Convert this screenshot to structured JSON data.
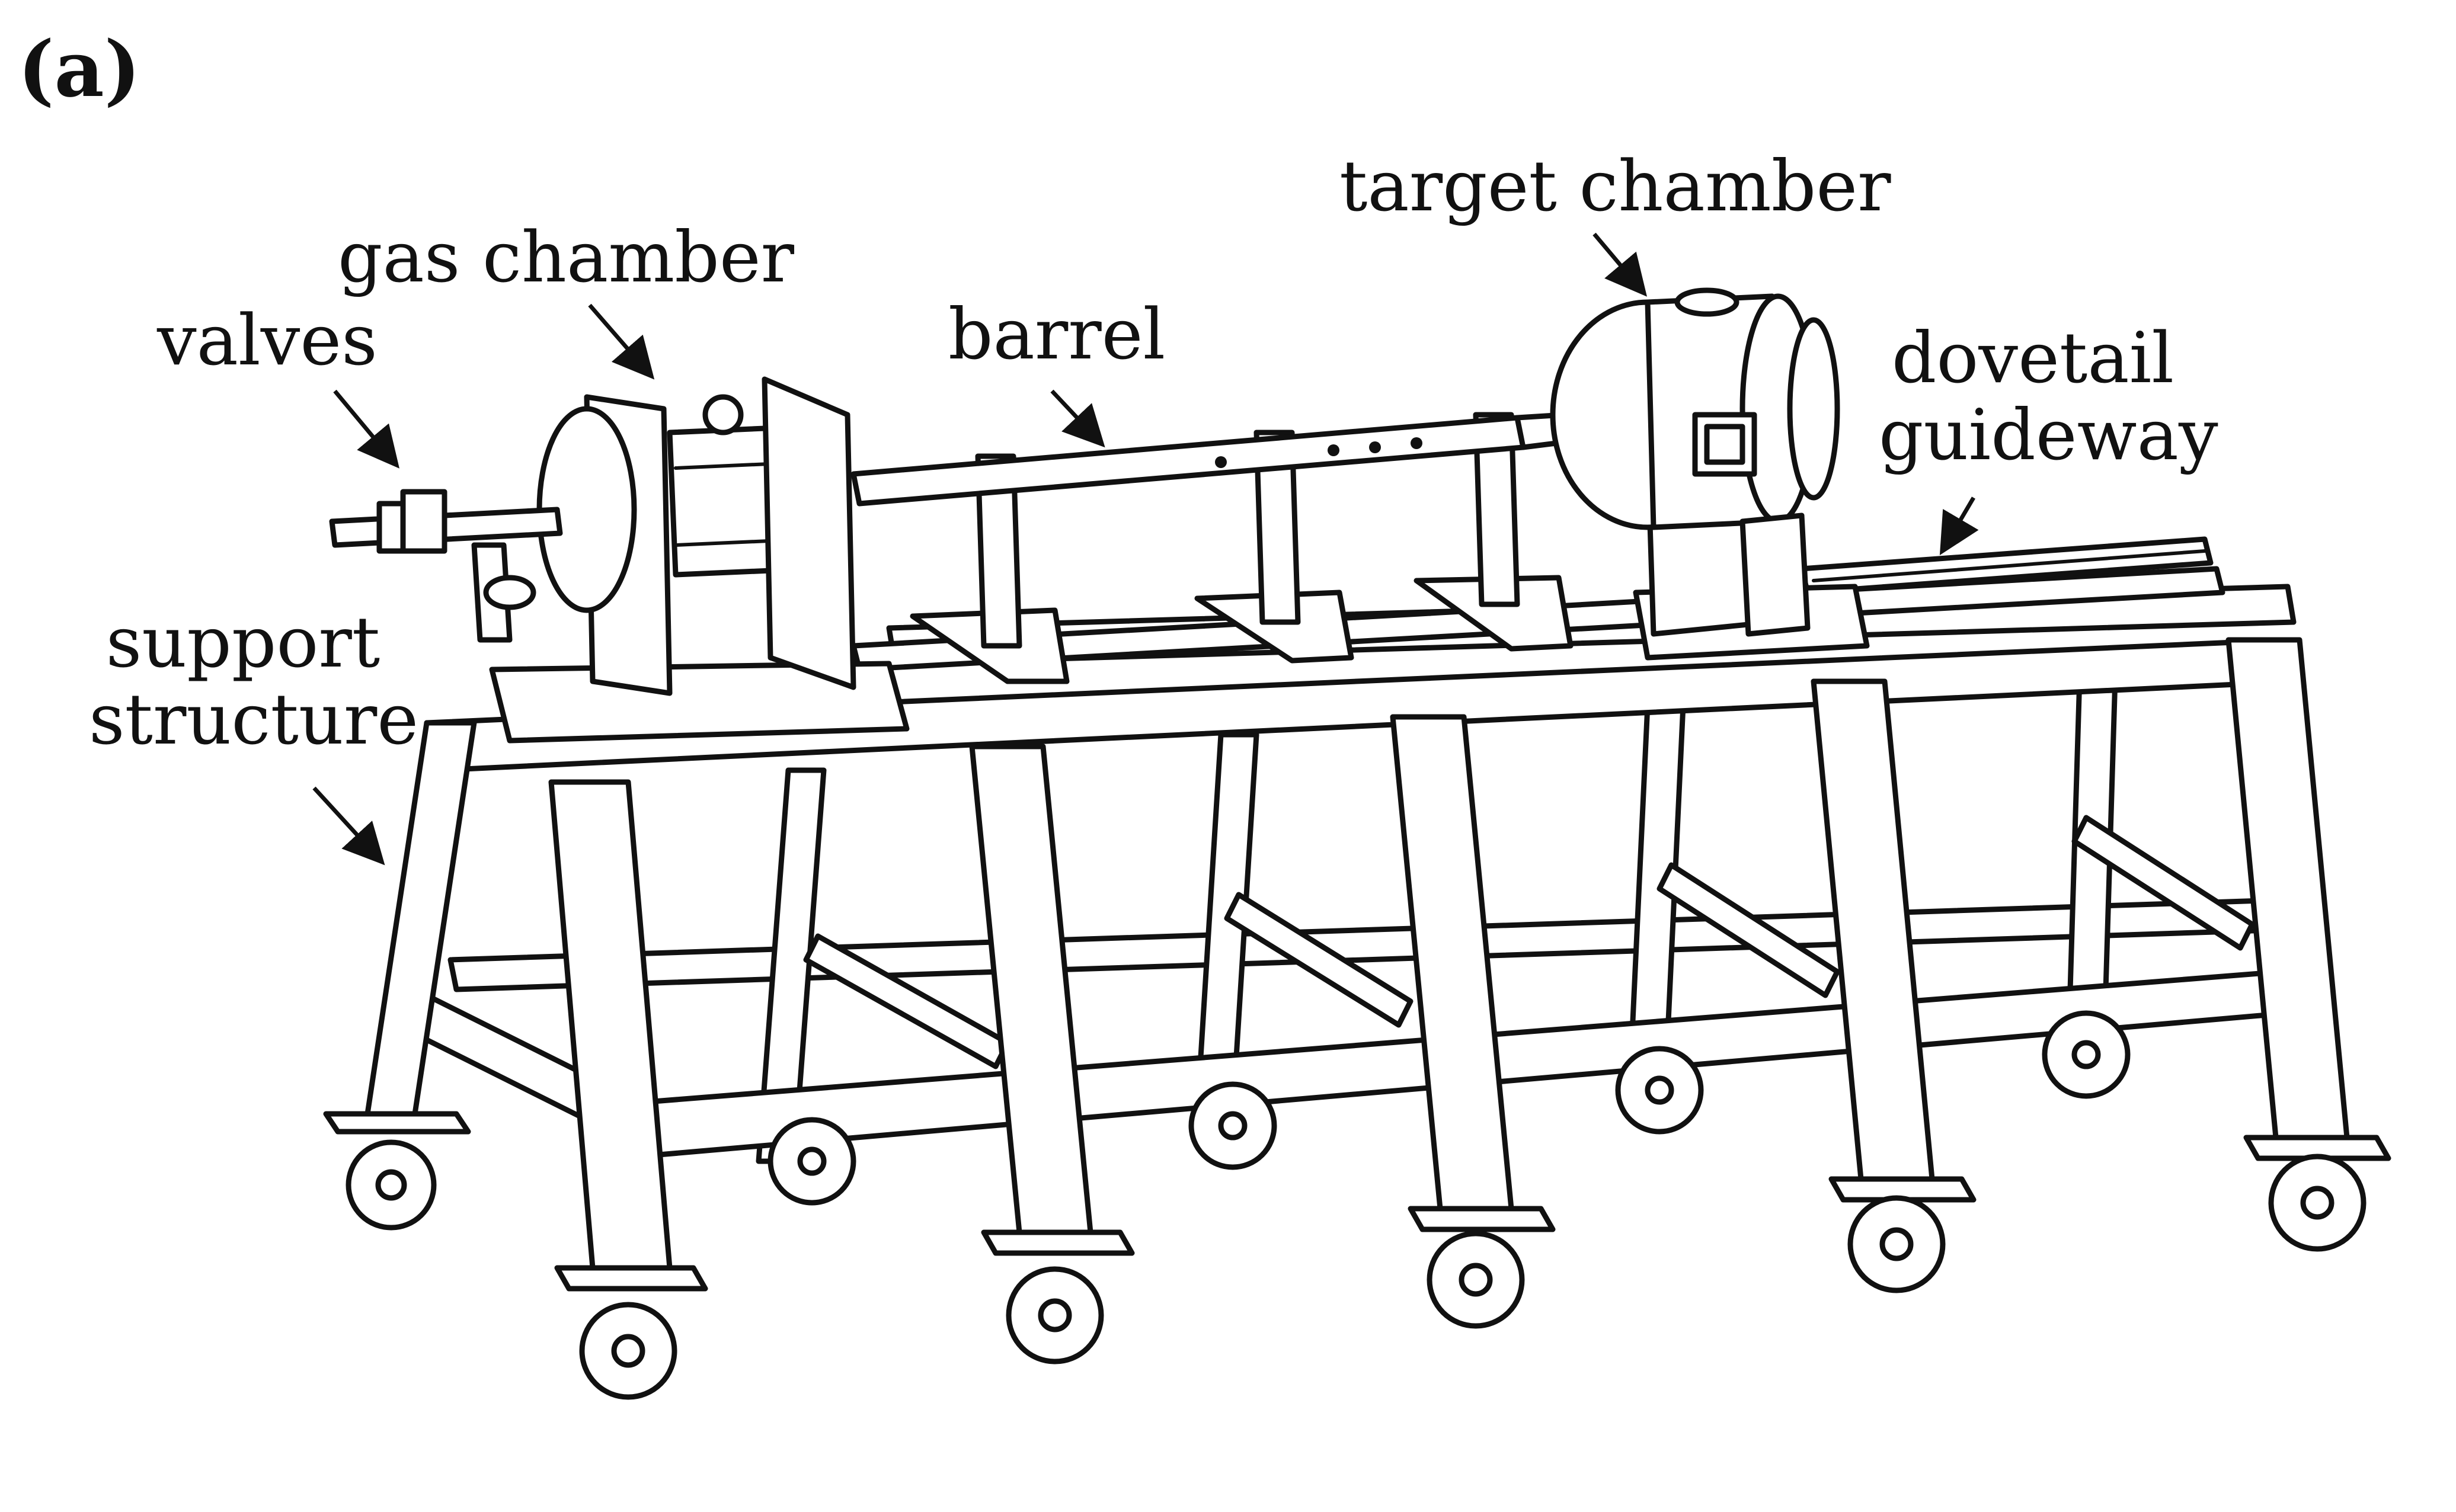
{
  "panel_label": "(a)",
  "labels": {
    "valves": "valves",
    "gas_chamber": "gas chamber",
    "barrel": "barrel",
    "target_chamber": "target chamber",
    "dovetail_line1": "dovetail",
    "dovetail_line2": "guideway",
    "support_line1": "support",
    "support_line2": "structure"
  }
}
